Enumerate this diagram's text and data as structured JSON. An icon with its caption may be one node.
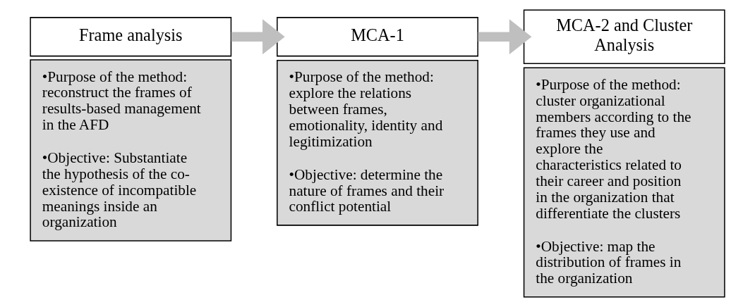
{
  "diagram": {
    "nodes": [
      {
        "text": [
          "Frame analysis"
        ]
      },
      {
        "text": [
          "•Purpose of the method: reconstruct the frames of results-based management in the AFD",
          "•Objective: Substantiate the hypothesis of the co-existence of incompatible meanings inside an organization"
        ]
      },
      {
        "text": [
          "MCA-1"
        ]
      },
      {
        "text": [
          "•Purpose of the method: explore the relations between frames, emotionality, identity and legitimization",
          "•Objective: determine the nature of frames and their conflict potential"
        ]
      },
      {
        "text": [
          "MCA-2 and Cluster Analysis"
        ]
      },
      {
        "text": [
          "•Purpose of the method: cluster organizational members according to the frames they use and explore the characteristics related to their career and position in the organization that differentiate the clusters",
          "•Objective: map the distribution of frames in the organization"
        ]
      }
    ],
    "edges": [
      {
        "from": 0,
        "to": 2,
        "arrow": "to"
      },
      {
        "from": 2,
        "to": 4,
        "arrow": "to"
      }
    ]
  }
}
